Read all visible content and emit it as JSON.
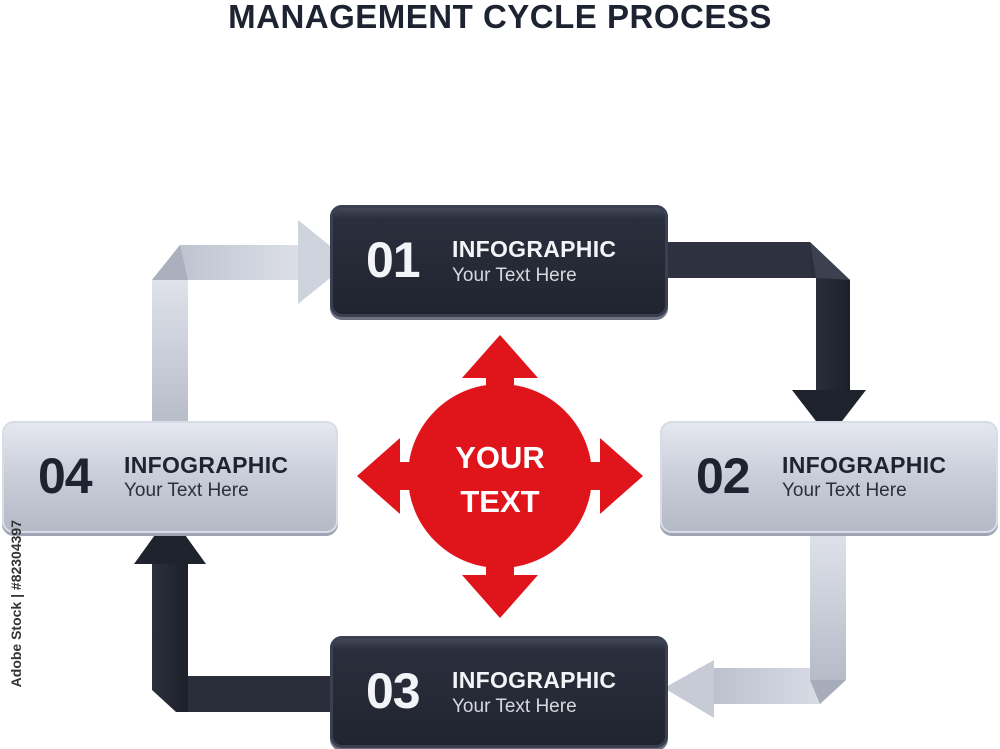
{
  "title": "MANAGEMENT CYCLE PROCESS",
  "center": {
    "line1": "YOUR",
    "line2": "TEXT",
    "color": "#e0141b"
  },
  "steps": [
    {
      "number": "01",
      "heading": "INFOGRAPHIC",
      "text": "Your Text Here",
      "style": "dark"
    },
    {
      "number": "02",
      "heading": "INFOGRAPHIC",
      "text": "Your Text Here",
      "style": "light"
    },
    {
      "number": "03",
      "heading": "INFOGRAPHIC",
      "text": "Your Text Here",
      "style": "dark"
    },
    {
      "number": "04",
      "heading": "INFOGRAPHIC",
      "text": "Your Text Here",
      "style": "light"
    }
  ],
  "stock_id": "Adobe Stock | #82304397",
  "colors": {
    "dark": "#23272f",
    "light": "#c2c7d3",
    "accent": "#e0141b"
  }
}
